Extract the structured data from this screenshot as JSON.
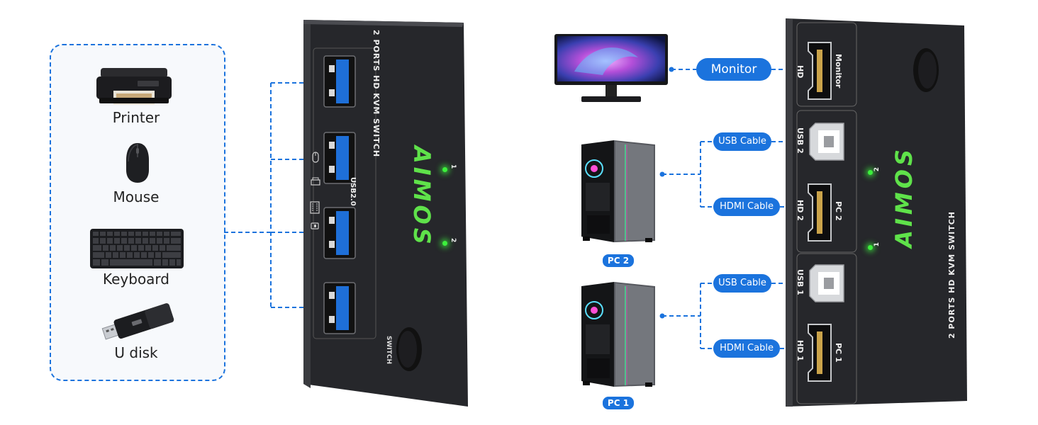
{
  "peripherals": {
    "items": [
      {
        "label": "Printer",
        "icon": "printer-icon"
      },
      {
        "label": "Mouse",
        "icon": "mouse-icon"
      },
      {
        "label": "Keyboard",
        "icon": "keyboard-icon"
      },
      {
        "label": "U disk",
        "icon": "usb-drive-icon"
      }
    ]
  },
  "switch_front": {
    "title": "2 PORTS HD KVM SWITCH",
    "brand": "AIMOS",
    "usb_label": "USB2.0",
    "button_label": "SWITCH",
    "led_1": "1",
    "led_2": "2"
  },
  "switch_back": {
    "title": "2 PORTS HD KVM SWITCH",
    "brand": "AIMOS",
    "ports": [
      {
        "left": "HD",
        "right": "Monitor"
      },
      {
        "left": "USB 2",
        "right": ""
      },
      {
        "left": "HD 2",
        "right": "PC 2"
      },
      {
        "left": "USB 1",
        "right": ""
      },
      {
        "left": "HD 1",
        "right": "PC 1"
      }
    ],
    "led_1": "1",
    "led_2": "2"
  },
  "connections": {
    "monitor": "Monitor",
    "pc2_usb": "USB Cable",
    "pc2_hdmi": "HDMI Cable",
    "pc1_usb": "USB Cable",
    "pc1_hdmi": "HDMI Cable"
  },
  "computers": {
    "pc2": "PC 2",
    "pc1": "PC 1"
  },
  "colors": {
    "accent": "#1b73dd",
    "device_body": "#2a2b2e",
    "usb_port": "#1e6fd8",
    "led": "#3cf03c",
    "brand_green": "#5fe24a"
  }
}
